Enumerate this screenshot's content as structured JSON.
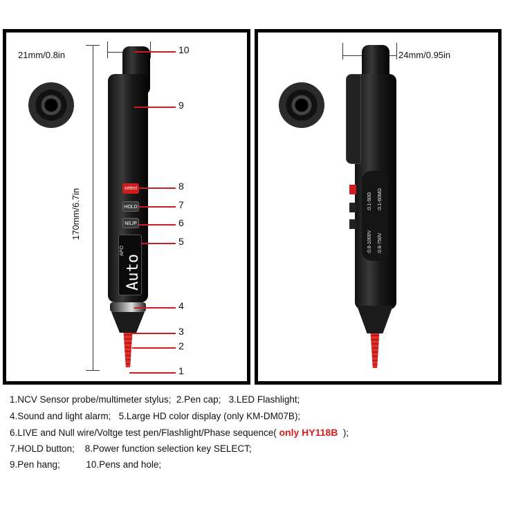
{
  "left_panel": {
    "width_label": "21mm/0.8in",
    "height_label": "170mm/6.7in",
    "buttons": {
      "select": "select",
      "hold": "HOLD",
      "nlp": "N/L/P"
    },
    "display": {
      "text": "Auto",
      "apo": "APO"
    },
    "callouts": [
      "10",
      "9",
      "8",
      "7",
      "6",
      "5",
      "4",
      "3",
      "2",
      "1"
    ]
  },
  "right_panel": {
    "width_label": "24mm/0.95in",
    "ranges": [
      ":0.1-50Ω",
      ":0.1-60MΩ",
      ":0.8-1000V",
      ":0.8-750V"
    ]
  },
  "legend": {
    "line1": "1.NCV Sensor probe/multimeter stylus;  2.Pen cap;   3.LED Flashlight;",
    "line2": "4.Sound and light alarm;   5.Large HD color display (only KM-DM07B);",
    "line3_prefix": "6.LIVE and Null wire/Voltge test pen/Flashlight/Phase sequence( ",
    "line3_highlight": "only HY118B",
    "line3_suffix": "  );",
    "line4": "7.HOLD button;    8.Power function selection key SELECT;",
    "line5": "9.Pen hang;          10.Pens and hole;"
  },
  "colors": {
    "accent": "#e01b1b",
    "callout_line": "#d31b1b"
  }
}
